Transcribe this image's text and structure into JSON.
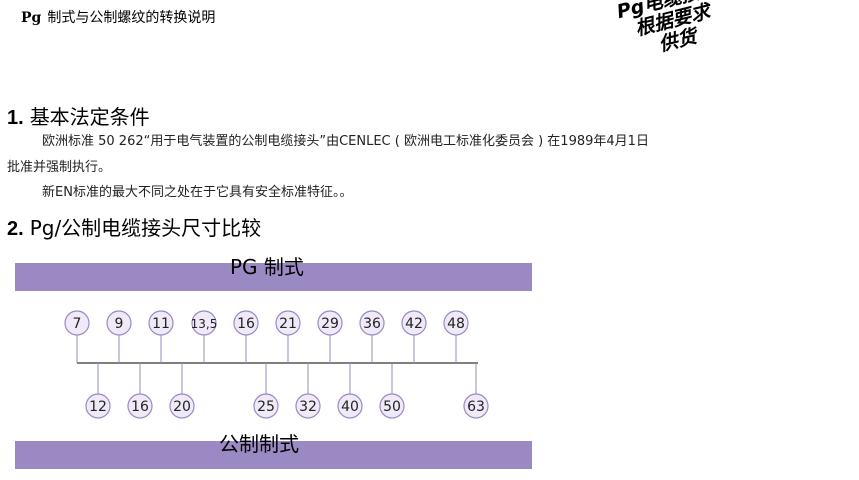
{
  "header": {
    "code": "Pg",
    "title": "制式与公制螺纹的转换说明"
  },
  "stamp": {
    "lines": [
      "Pg电缆接头",
      "根据要求",
      "供货"
    ]
  },
  "section1": {
    "number": "1.",
    "title": "基本法定条件",
    "para1": "欧洲标准 50 262“用于电气装置的公制电缆接头”由CENLEC ( 欧洲电工标准化委员会 ) 在1989年4月1日",
    "para2": "批准并强制执行。",
    "para3": "新EN标准的最大不同之处在于它具有安全标准特征。。"
  },
  "section2": {
    "number": "2.",
    "title": "Pg/公制电缆接头尺寸比较"
  },
  "diagram": {
    "pg_label": "PG  制式",
    "metric_label": "公制制式",
    "band_color": "#9b89c3",
    "circle_fill": "#efe9f8",
    "circle_stroke": "#9b89c3",
    "pg_sizes": [
      "7",
      "9",
      "11",
      "13,5",
      "16",
      "21",
      "29",
      "36",
      "42",
      "48"
    ],
    "metric_sizes": [
      "12",
      "16",
      "20",
      "25",
      "32",
      "40",
      "50",
      "63"
    ]
  }
}
